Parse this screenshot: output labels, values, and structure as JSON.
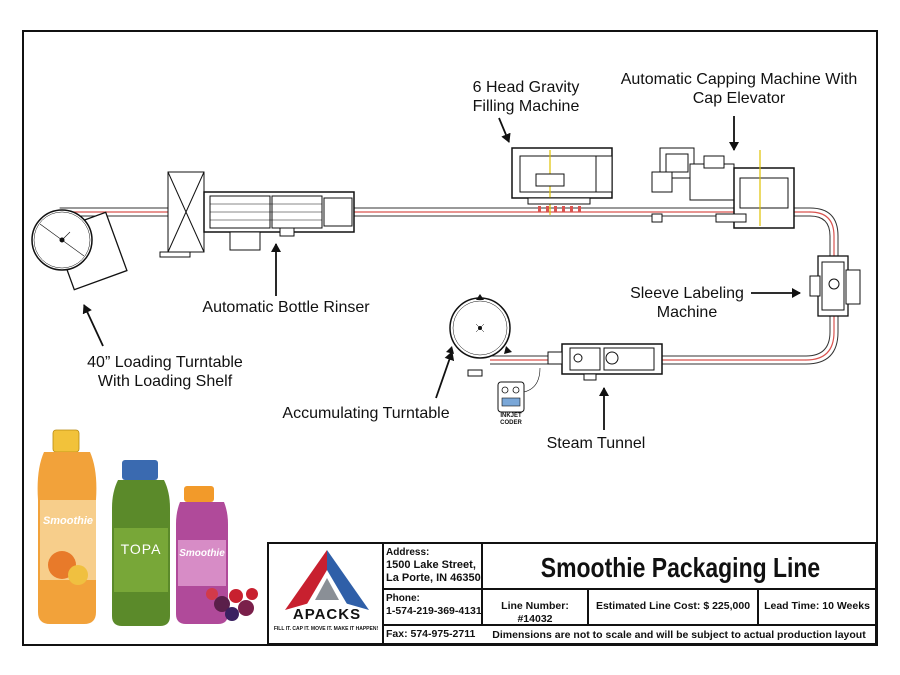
{
  "labels": {
    "filling_machine": [
      "6 Head Gravity",
      "Filling Machine"
    ],
    "capping_machine": [
      "Automatic Capping Machine With",
      "Cap Elevator"
    ],
    "bottle_rinser": [
      "Automatic Bottle Rinser"
    ],
    "sleeve_labeling": [
      "Sleeve Labeling",
      "Machine"
    ],
    "loading_turntable": [
      "40” Loading Turntable",
      "With Loading Shelf"
    ],
    "accumulating_turntable": [
      "Accumulating Turntable"
    ],
    "steam_tunnel": [
      "Steam Tunnel"
    ],
    "inkjet_coder": [
      "INKJET",
      "CODER"
    ]
  },
  "products": {
    "bottle_1_label": "Smoothie",
    "bottle_2_label": "TOPA",
    "bottle_3_label": "Smoothie"
  },
  "title_block": {
    "company": "APACKS",
    "tagline": "FILL IT. CAP IT. MOVE IT. MAKE IT HAPPEN!",
    "address_label": "Address:",
    "address_line1": "1500 Lake Street,",
    "address_line2": "La Porte, IN 46350",
    "phone_label": "Phone:",
    "phone": "1-574-219-369-4131",
    "fax": "Fax: 574-975-2711",
    "title": "Smoothie Packaging Line",
    "line_number": "Line Number: #14032",
    "estimated_cost": "Estimated Line Cost:  $ 225,000",
    "lead_time": "Lead Time: 10 Weeks",
    "disclaimer": "Dimensions are not to scale and will be subject to actual production layout"
  },
  "colors": {
    "conveyor_rail": "#d9534f",
    "logo_red": "#c8202f",
    "logo_blue": "#2f5fa8",
    "bottle_orange": "#f2a23a",
    "bottle_green": "#5b8a2a",
    "bottle_purple": "#b04a9a"
  }
}
